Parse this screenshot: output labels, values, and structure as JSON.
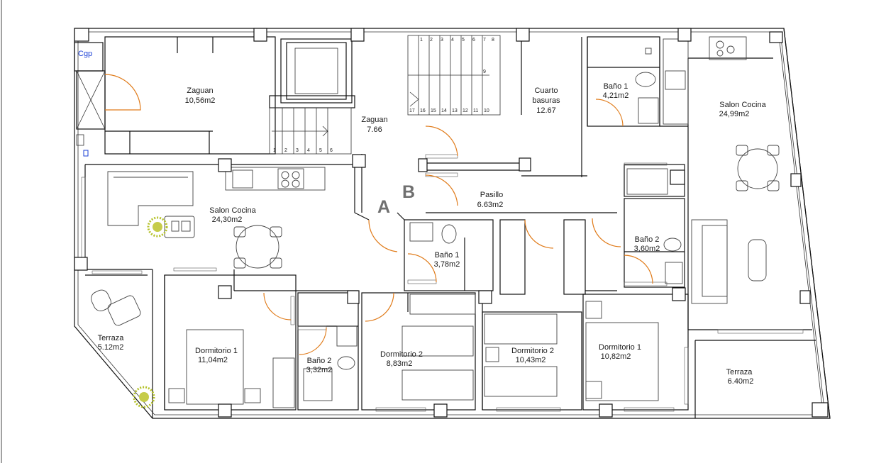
{
  "rooms": {
    "zaguan_left": {
      "name": "Zaguan",
      "area": "10,56m2"
    },
    "zaguan_center": {
      "name": "Zaguan",
      "area": "7.66"
    },
    "cuarto_basuras": {
      "line1": "Cuarto",
      "line2": "basuras",
      "area": "12.67"
    },
    "bano1_top": {
      "name": "Baño 1",
      "area": "4,21m2"
    },
    "salon_cocina_right": {
      "name": "Salon Cocina",
      "area": "24,99m2"
    },
    "salon_cocina_left": {
      "name": "Salon Cocina",
      "area": "24,30m2"
    },
    "pasillo": {
      "name": "Pasillo",
      "area": "6.63m2"
    },
    "bano2_right": {
      "name": "Baño 2",
      "area": "3,60m2"
    },
    "bano1_center": {
      "name": "Baño 1",
      "area": "3,78m2"
    },
    "terraza_left": {
      "name": "Terraza",
      "area": "5.12m2"
    },
    "dormitorio1_left": {
      "name": "Dormitorio 1",
      "area": "11,04m2"
    },
    "bano2_left": {
      "name": "Baño 2",
      "area": "3,32m2"
    },
    "dormitorio2_a": {
      "name": "Dormitorio 2",
      "area": "8,83m2"
    },
    "dormitorio2_b": {
      "name": "Dormitorio 2",
      "area": "10,43m2"
    },
    "dormitorio1_right": {
      "name": "Dormitorio 1",
      "area": "10,82m2"
    },
    "terraza_right": {
      "name": "Terraza",
      "area": "6.40m2"
    }
  },
  "units": {
    "a": "A",
    "b": "B"
  },
  "cgp": "Cgp",
  "stairs": {
    "upper_top": [
      "1",
      "2",
      "3",
      "4",
      "5",
      "6",
      "7",
      "8"
    ],
    "upper_side": "9",
    "upper_bottom": [
      "17",
      "16",
      "15",
      "14",
      "13",
      "12",
      "11",
      "10"
    ],
    "lower": [
      "1",
      "2",
      "3",
      "4",
      "5",
      "6"
    ]
  },
  "colors": {
    "walls": "#111111",
    "doors": "#e07b1a",
    "unit_letters": "#707070",
    "cgp": "#1a3fd6",
    "plants": "#b5c22a"
  }
}
